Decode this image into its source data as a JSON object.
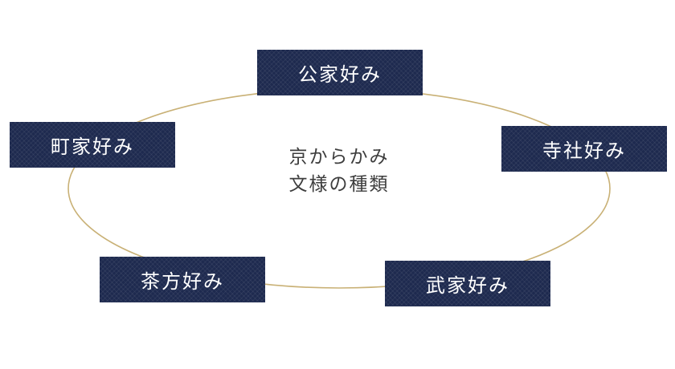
{
  "diagram": {
    "center_title": {
      "line1": "京からかみ",
      "line2": "文様の種類"
    },
    "nodes": [
      {
        "id": "kuge",
        "label": "公家好み",
        "position": "top"
      },
      {
        "id": "jisha",
        "label": "寺社好み",
        "position": "right"
      },
      {
        "id": "buke",
        "label": "武家好み",
        "position": "bottom-right"
      },
      {
        "id": "chakata",
        "label": "茶方好み",
        "position": "bottom-left"
      },
      {
        "id": "machiya",
        "label": "町家好み",
        "position": "left"
      }
    ],
    "colors": {
      "node_bg": "#1e2a4f",
      "node_text": "#ffffff",
      "ellipse_stroke": "#c9b176",
      "center_text": "#3d3d3d",
      "background": "#ffffff"
    }
  }
}
